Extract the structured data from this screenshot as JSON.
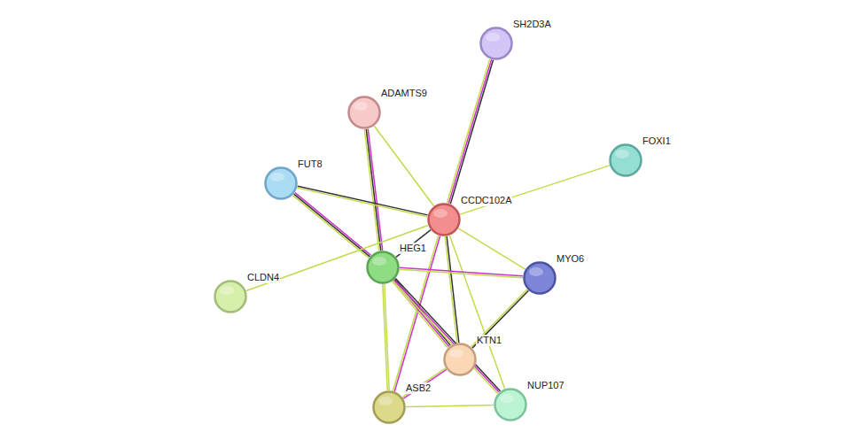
{
  "diagram": {
    "nodes": [
      {
        "text": [
          "SH2D3A"
        ]
      },
      {
        "text": [
          "ADAMTS9"
        ]
      },
      {
        "text": [
          "FOXI1"
        ]
      },
      {
        "text": [
          "FUT8"
        ]
      },
      {
        "text": [
          "CCDC102A"
        ]
      },
      {
        "text": [
          "HEG1"
        ]
      },
      {
        "text": [
          "CLDN4"
        ]
      },
      {
        "text": [
          "MYO6"
        ]
      },
      {
        "text": [
          "KTN1"
        ]
      },
      {
        "text": [
          "ASB2"
        ]
      },
      {
        "text": [
          "NUP107"
        ]
      }
    ],
    "edges": [
      {
        "from": 0,
        "to": 4,
        "arrow": "none"
      },
      {
        "from": 1,
        "to": 4,
        "arrow": "none"
      },
      {
        "from": 1,
        "to": 5,
        "arrow": "none"
      },
      {
        "from": 2,
        "to": 4,
        "arrow": "none"
      },
      {
        "from": 3,
        "to": 4,
        "arrow": "none"
      },
      {
        "from": 3,
        "to": 5,
        "arrow": "none"
      },
      {
        "from": 6,
        "to": 4,
        "arrow": "none"
      },
      {
        "from": 4,
        "to": 5,
        "arrow": "none"
      },
      {
        "from": 4,
        "to": 7,
        "arrow": "none"
      },
      {
        "from": 4,
        "to": 8,
        "arrow": "none"
      },
      {
        "from": 4,
        "to": 10,
        "arrow": "none"
      },
      {
        "from": 4,
        "to": 9,
        "arrow": "none"
      },
      {
        "from": 5,
        "to": 7,
        "arrow": "none"
      },
      {
        "from": 5,
        "to": 8,
        "arrow": "none"
      },
      {
        "from": 5,
        "to": 10,
        "arrow": "none"
      },
      {
        "from": 5,
        "to": 9,
        "arrow": "none"
      },
      {
        "from": 7,
        "to": 8,
        "arrow": "none"
      },
      {
        "from": 8,
        "to": 9,
        "arrow": "none"
      },
      {
        "from": 9,
        "to": 10,
        "arrow": "none"
      }
    ]
  }
}
